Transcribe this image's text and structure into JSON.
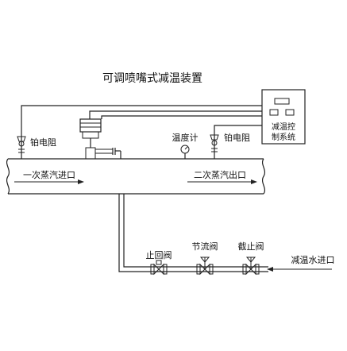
{
  "diagram": {
    "title": "可调喷嘴式减温装置",
    "control_box_label_line1": "减温控",
    "control_box_label_line2": "制系统",
    "sensor_left_label": "铂电阻",
    "sensor_right_label": "铂电阻",
    "gauge_label": "温度计",
    "steam_inlet_label": "一次蒸汽进口",
    "steam_outlet_label": "二次蒸汽出口",
    "check_valve_label": "止回阀",
    "throttle_valve_label": "节流阀",
    "stop_valve_label": "截止阀",
    "water_inlet_label": "减温水进口"
  }
}
